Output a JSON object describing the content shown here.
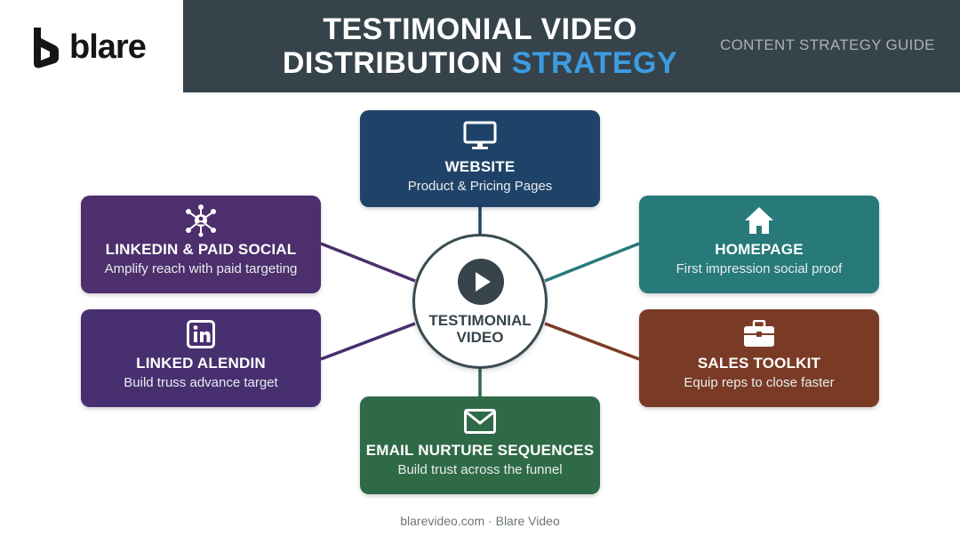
{
  "brand": {
    "name": "blare"
  },
  "header": {
    "title_line1": "TESTIMONIAL VIDEO",
    "title_line2_main": "DISTRIBUTION",
    "title_line2_accent": "STRATEGY",
    "subtitle": "CONTENT STRATEGY GUIDE"
  },
  "center": {
    "icon": "play-icon",
    "label_line1": "TESTIMONIAL",
    "label_line2": "VIDEO"
  },
  "nodes": {
    "website": {
      "title": "WEBSITE",
      "subtitle": "Product & Pricing Pages",
      "icon": "monitor-icon",
      "color": "#1f4368"
    },
    "social": {
      "title": "LINKEDIN & PAID SOCIAL",
      "subtitle": "Amplify reach with paid targeting",
      "icon": "network-icon",
      "color": "#4c2f6c"
    },
    "linked": {
      "title": "LINKED ALENDIN",
      "subtitle": "Build truss advance target",
      "icon": "linkedin-icon",
      "color": "#472f70"
    },
    "home": {
      "title": "HOMEPAGE",
      "subtitle": "First impression social proof",
      "icon": "home-icon",
      "color": "#287a7a"
    },
    "sales": {
      "title": "SALES TOOLKIT",
      "subtitle": "Equip reps to close faster",
      "icon": "briefcase-icon",
      "color": "#7a3b26"
    },
    "email": {
      "title": "EMAIL NURTURE SEQUENCES",
      "subtitle": "Build trust across the funnel",
      "icon": "envelope-icon",
      "color": "#2f6a47"
    }
  },
  "colors": {
    "header_bg": "#36434a",
    "accent": "#3c9ce2",
    "center_border": "#3a4a52"
  },
  "footer": {
    "text": "blarevideo.com · Blare Video"
  }
}
